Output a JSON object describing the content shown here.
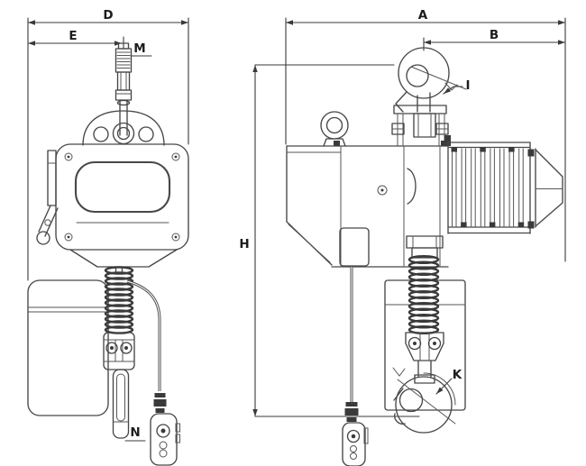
{
  "drawing": {
    "labels": {
      "front": {
        "overall_width": "D",
        "offset_width": "E",
        "top_fixture": "M",
        "bottom_fixture": "N"
      },
      "side": {
        "overall_length": "A",
        "hook_offset": "B",
        "top_hook": "I",
        "headroom": "H",
        "bottom_hook": "K"
      }
    },
    "colors": {
      "background": "#ffffff",
      "line": "#474747",
      "dark_detail": "#3a3a3a",
      "dimension": "#333333",
      "text": "#1c1c1c"
    }
  }
}
